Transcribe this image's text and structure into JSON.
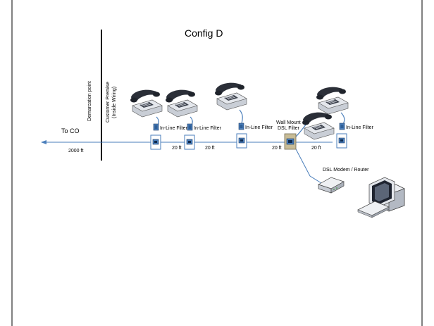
{
  "title": "Config D",
  "labels": {
    "to_co": "To CO",
    "demarcation": "Demarcation point",
    "premise_line1": "Customer Premise",
    "premise_line2": "(Inside Wiring)",
    "dist_co": "2000 ft",
    "dist_1": "20 ft",
    "dist_2": "20 ft",
    "dist_3": "20 ft",
    "dist_4": "20 ft",
    "filter_1": "In-Line Filter",
    "filter_2": "In-Line Filter",
    "filter_3": "In-Line Filter",
    "filter_4": "In-Line Filter",
    "wall_filter_line1": "Wall Mount",
    "wall_filter_line2": "DSL Filter",
    "modem": "DSL Modem / Router"
  },
  "colors": {
    "wire": "#4a7ebb",
    "jack_border": "#4a7ebb",
    "wall_filter": "#c8bc96",
    "phone_body": "#d0d4da",
    "phone_dark": "#2b2f38",
    "filter_fill": "#4a7ebb"
  },
  "icons": [
    "phone-icon",
    "in-line-filter-icon",
    "wall-jack-icon",
    "wall-mount-filter-icon",
    "modem-icon",
    "computer-icon",
    "arrow-left-icon"
  ]
}
